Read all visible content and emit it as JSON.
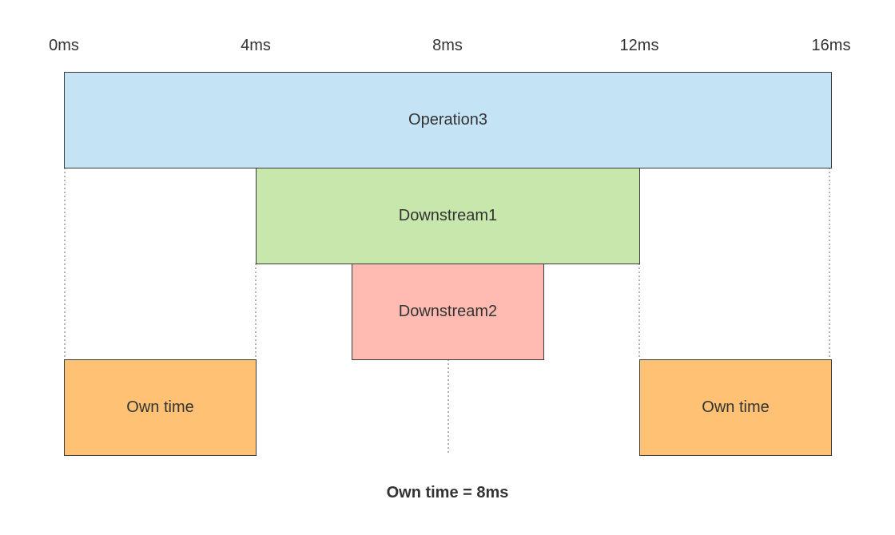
{
  "timeline": {
    "ticks": [
      {
        "label": "0ms",
        "value": 0
      },
      {
        "label": "4ms",
        "value": 4
      },
      {
        "label": "8ms",
        "value": 8
      },
      {
        "label": "12ms",
        "value": 12
      },
      {
        "label": "16ms",
        "value": 16
      }
    ],
    "unit": "ms"
  },
  "spans": [
    {
      "key": "operation3",
      "label": "Operation3",
      "start": 0,
      "end": 16,
      "color": "#c4e4f6"
    },
    {
      "key": "downstream1",
      "label": "Downstream1",
      "start": 4,
      "end": 12,
      "color": "#c7e7ad"
    },
    {
      "key": "downstream2",
      "label": "Downstream2",
      "start": 6,
      "end": 10,
      "color": "#ffbbb2"
    },
    {
      "key": "own-time-left",
      "label": "Own time",
      "start": 0,
      "end": 4,
      "color": "#ffc274"
    },
    {
      "key": "own-time-right",
      "label": "Own time",
      "start": 12,
      "end": 16,
      "color": "#ffc274"
    }
  ],
  "footnote": "Own time = 8ms"
}
